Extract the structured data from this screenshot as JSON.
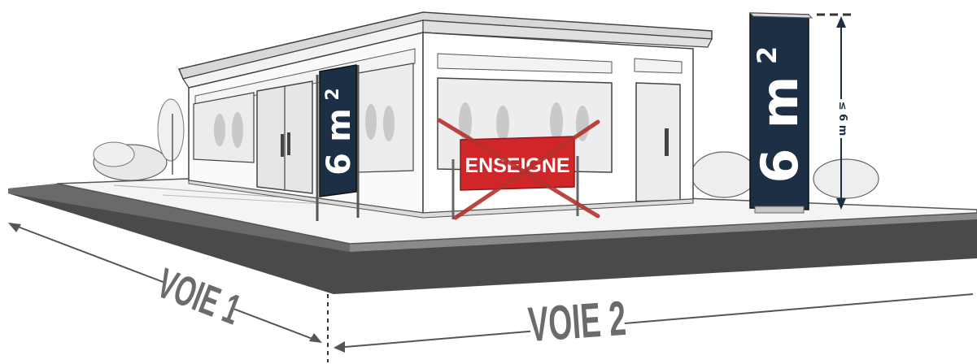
{
  "diagram": {
    "sign_small": {
      "number": "6",
      "unit": "m",
      "superscript": "2"
    },
    "sign_tall": {
      "number": "6",
      "unit": "m",
      "superscript": "2"
    },
    "height_label": "≤ 6 m",
    "banner_text": "ENSEIGNE",
    "banner_crossed": true,
    "road_1_label": "VOIE 1",
    "road_2_label": "VOIE 2",
    "colors": {
      "sign_navy": "#1d2f44",
      "banner_red": "#d0262a",
      "cross_red": "#b5312c",
      "road_dark": "#4a4a4a",
      "label_grey": "#6b6b6b"
    }
  }
}
